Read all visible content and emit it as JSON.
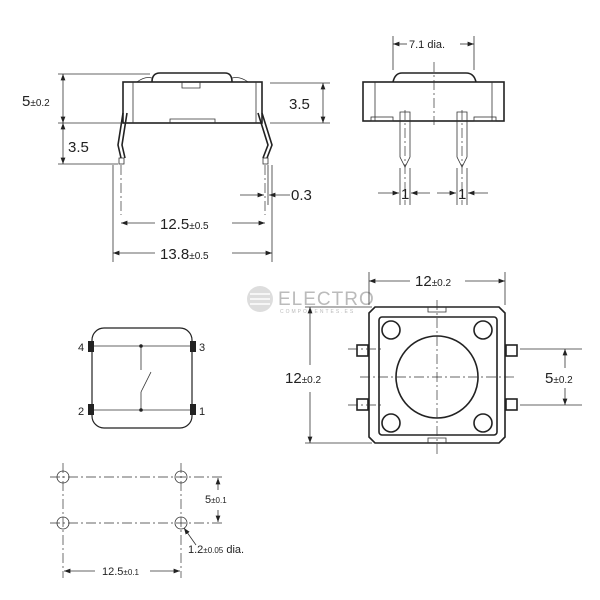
{
  "watermark": {
    "brand": "ELECTRO",
    "sub": "COMPONENTES.ES"
  },
  "side_view": {
    "height_total": "5",
    "height_total_tol": "±0.2",
    "pin_length": "3.5",
    "body_height": "3.5",
    "pin_thickness": "0.3",
    "pin_spacing": "12.5",
    "pin_spacing_tol": "±0.5",
    "overall_width": "13.8",
    "overall_width_tol": "±0.5"
  },
  "front_view": {
    "plunger_dia": "7.1 dia.",
    "pin_width_left": "1",
    "pin_width_right": "1"
  },
  "top_view": {
    "width": "12",
    "width_tol": "±0.2",
    "height": "12",
    "height_tol": "±0.2",
    "tab_spacing": "5",
    "tab_spacing_tol": "±0.2"
  },
  "schematic": {
    "terminals": [
      "1",
      "2",
      "3",
      "4"
    ]
  },
  "pcb_layout": {
    "row_spacing": "5",
    "row_spacing_tol": "±0.1",
    "col_spacing": "12.5",
    "col_spacing_tol": "±0.1",
    "hole_dia": "1.2",
    "hole_dia_tol": "±0.05",
    "hole_dia_suffix": " dia."
  }
}
